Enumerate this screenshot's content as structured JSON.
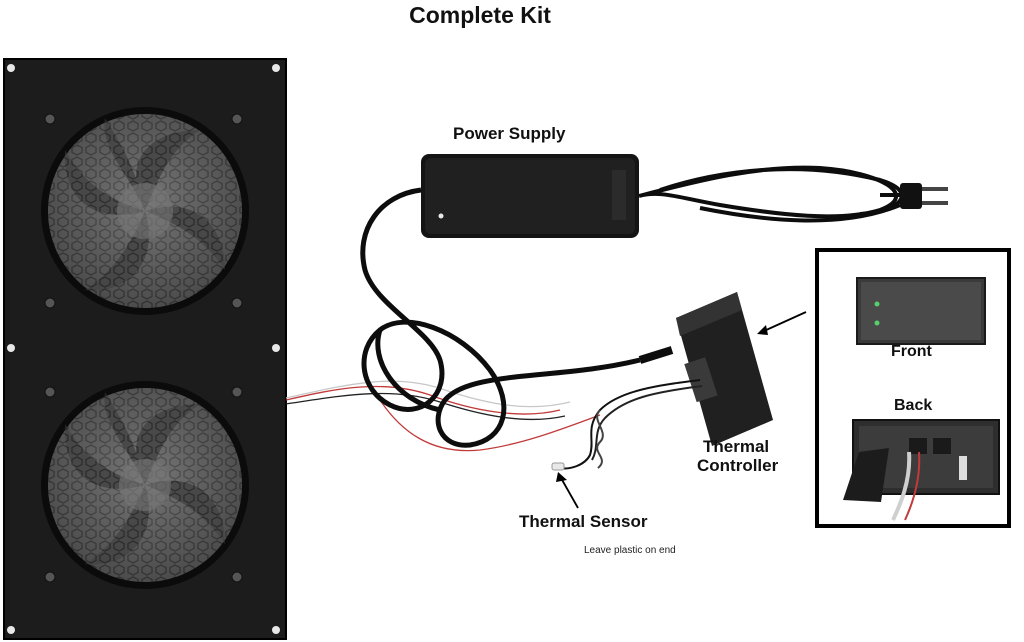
{
  "title": "Complete Kit",
  "labels": {
    "power_supply": "Power Supply",
    "thermal_controller_line1": "Thermal",
    "thermal_controller_line2": "Controller",
    "thermal_sensor": "Thermal Sensor",
    "sensor_note": "Leave plastic on end",
    "front": "Front",
    "back": "Back"
  },
  "colors": {
    "panel": "#1c1c1c",
    "fan_blade": "#6a6a6a",
    "cable": "#0d0d0d",
    "wire_red": "#c23a3a",
    "background": "#ffffff"
  }
}
